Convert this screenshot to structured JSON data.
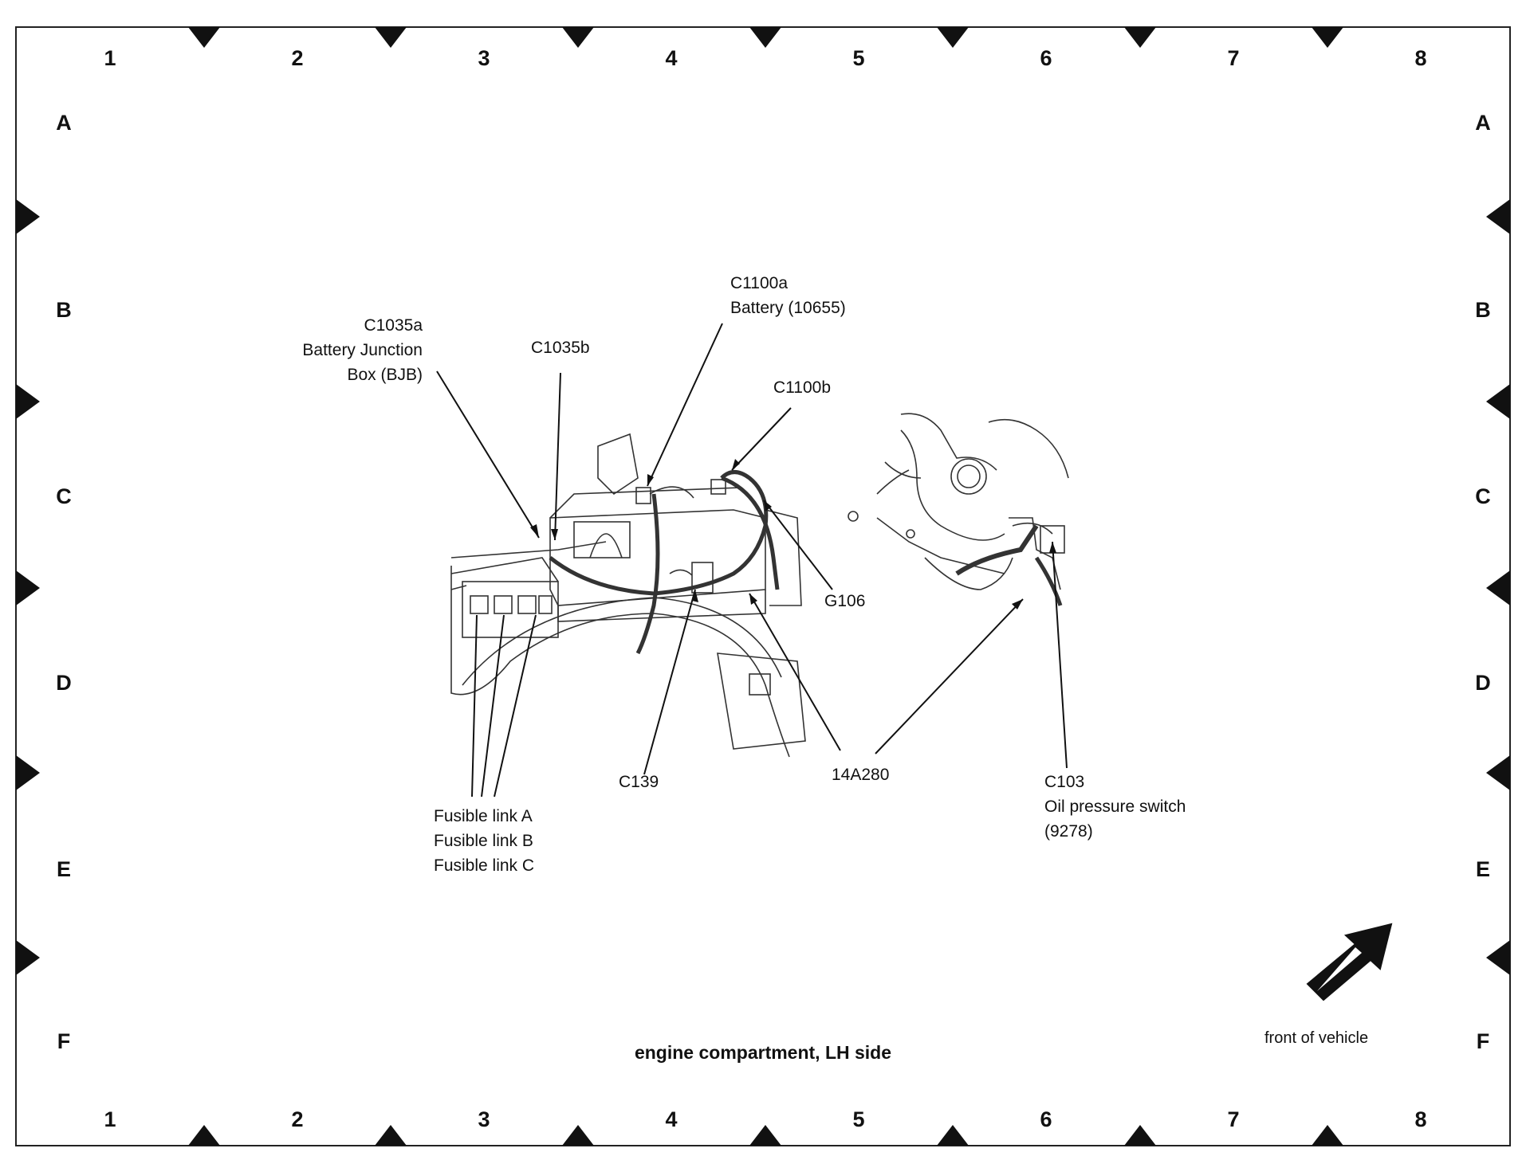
{
  "grid": {
    "columns": [
      "1",
      "2",
      "3",
      "4",
      "5",
      "6",
      "7",
      "8"
    ],
    "rows": [
      "A",
      "B",
      "C",
      "D",
      "E",
      "F"
    ]
  },
  "callouts": {
    "c1035a": {
      "id": "C1035a",
      "line1": "Battery Junction",
      "line2": "Box (BJB)"
    },
    "c1035b": "C1035b",
    "c1100a": {
      "id": "C1100a",
      "name": "Battery (10655)"
    },
    "c1100b": "C1100b",
    "g106": "G106",
    "c139": "C139",
    "14a280": "14A280",
    "c103": {
      "id": "C103",
      "name": "Oil pressure switch",
      "part": "(9278)"
    },
    "fusible": [
      "Fusible link A",
      "Fusible link B",
      "Fusible link C"
    ]
  },
  "direction": {
    "label": "front of vehicle",
    "icon": "front-arrow-icon"
  },
  "title": "engine compartment, LH side"
}
